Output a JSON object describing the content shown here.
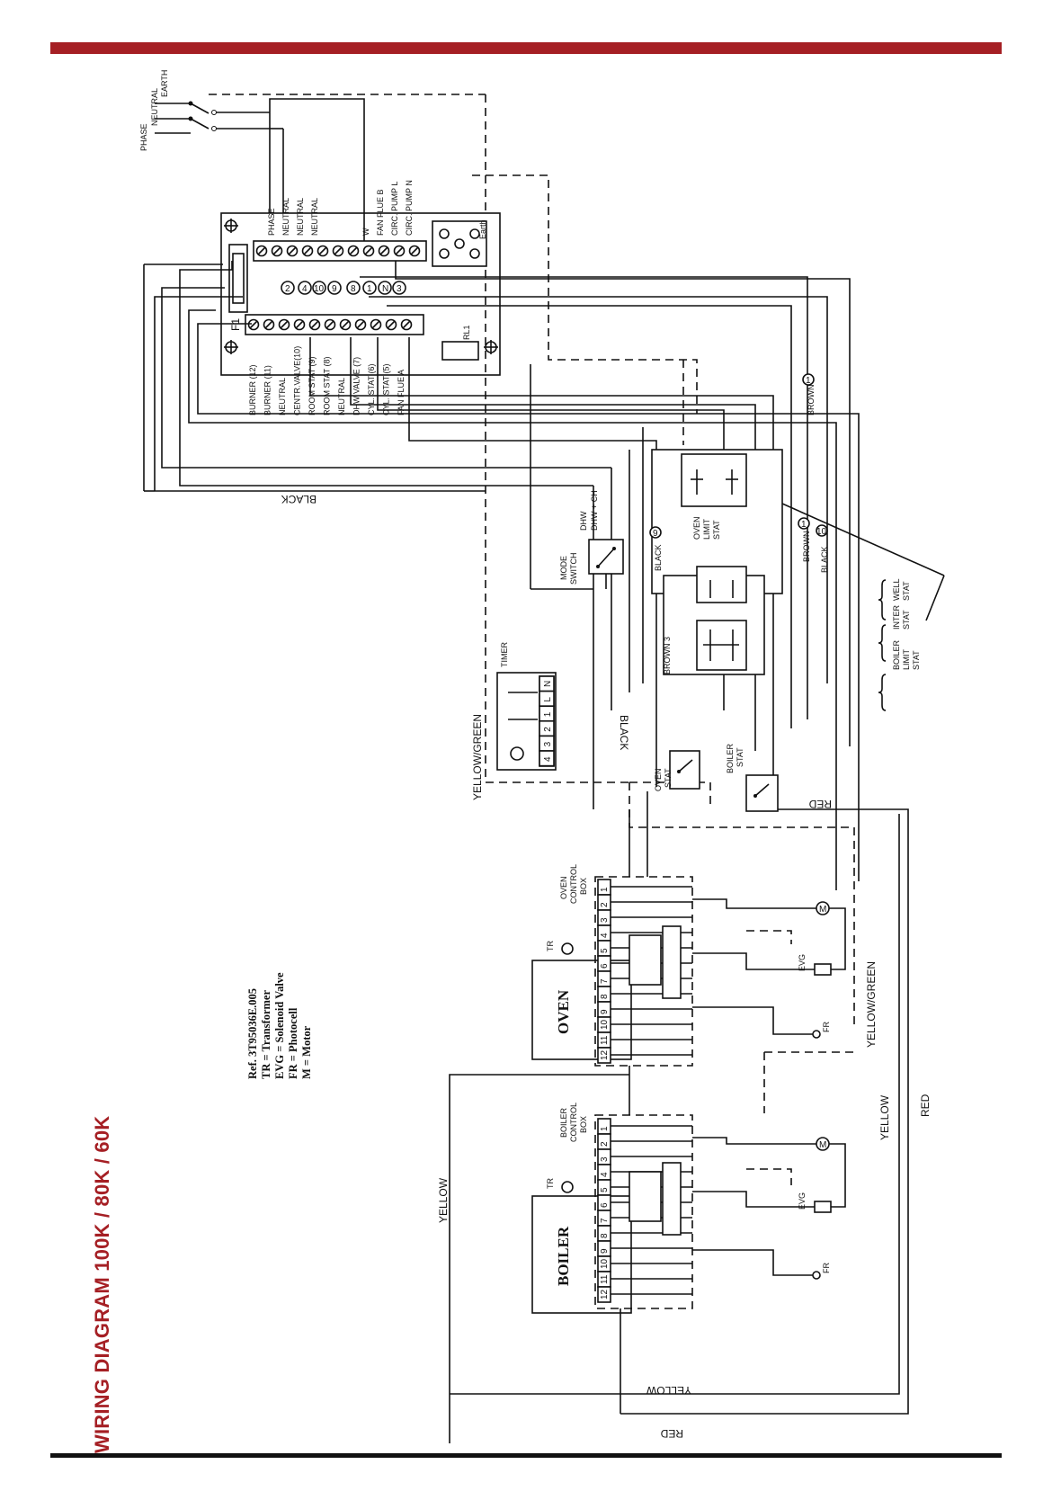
{
  "page": {
    "title": "WIRING DIAGRAM 100K / 80K / 60K",
    "accent_color": "#a51f24"
  },
  "supply": {
    "phase": "PHASE",
    "neutral": "NEUTRAL",
    "earth": "EARTH"
  },
  "terminal_block_top": {
    "labels": [
      "PHASE",
      "NEUTRAL",
      "NEUTRAL",
      "NEUTRAL",
      "W",
      "FAN FLUE B",
      "CIRC. PUMP L",
      "CIRC. PUMP N"
    ],
    "earth": "Earth"
  },
  "terminal_block_bottom": {
    "fuse": "F1",
    "relay": "RL1",
    "labels": [
      "BURNER (12)",
      "BURNER (11)",
      "NEUTRAL",
      "CENTR.VALVE(10)",
      "ROOM STAT (9)",
      "ROOM STAT (8)",
      "NEUTRAL",
      "DHW VALVE (7)",
      "CYL. STAT (6)",
      "CYL. STAT (5)",
      "FAN FLUE A"
    ]
  },
  "connectors": [
    "2",
    "4",
    "10",
    "9",
    "8",
    "1",
    "N",
    "3"
  ],
  "wires": {
    "black_1": "BLACK",
    "black_2": "BLACK",
    "black_9": "BLACK",
    "black_10": "BLACK",
    "brown_1a": "BROWN",
    "brown_1b": "BROWN",
    "brown_3": "BROWN 3",
    "yellow_green_1": "YELLOW/GREEN",
    "yellow_green_2": "YELLOW/GREEN",
    "yellow_1": "YELLOW",
    "yellow_2": "YELLOW",
    "yellow_3": "YELLOW",
    "red_1": "RED",
    "red_2": "RED",
    "red_3": "RED"
  },
  "wire_tags": {
    "nine": "9",
    "ten": "10",
    "one_a": "1",
    "one_b": "1"
  },
  "mode_switch": {
    "label_1": "MODE",
    "label_2": "SWITCH",
    "dhw": "DHW",
    "dhw_ch": "DHW + CH"
  },
  "timer": {
    "label": "TIMER",
    "terminals": [
      "N",
      "L",
      "1",
      "2",
      "3",
      "4"
    ]
  },
  "stats": {
    "oven_limit": [
      "OVEN",
      "LIMIT",
      "STAT"
    ],
    "boiler_limit": [
      "BOILER",
      "LIMIT",
      "STAT"
    ],
    "inter": [
      "INTER",
      "STAT"
    ],
    "well": [
      "WELL",
      "STAT"
    ],
    "oven_stat": [
      "OVEN",
      "STAT"
    ],
    "boiler_stat": [
      "BOILER",
      "STAT"
    ]
  },
  "oven_unit": {
    "name": "OVEN",
    "control_box": [
      "OVEN",
      "CONTROL",
      "BOX"
    ],
    "terminals": [
      "1",
      "2",
      "3",
      "4",
      "5",
      "6",
      "7",
      "8",
      "9",
      "10",
      "11",
      "12"
    ]
  },
  "boiler_unit": {
    "name": "BOILER",
    "control_box": [
      "BOILER",
      "CONTROL",
      "BOX"
    ],
    "terminals": [
      "1",
      "2",
      "3",
      "4",
      "5",
      "6",
      "7",
      "8",
      "9",
      "10",
      "11",
      "12"
    ]
  },
  "components": {
    "tr": "TR",
    "evg": "EVG",
    "fr": "FR",
    "m": "M"
  },
  "legend": [
    "Ref.  3T95036E.005",
    "TR = Transformer",
    "EVG = Solenoid Valve",
    "FR = Photocell",
    "M = Motor"
  ]
}
